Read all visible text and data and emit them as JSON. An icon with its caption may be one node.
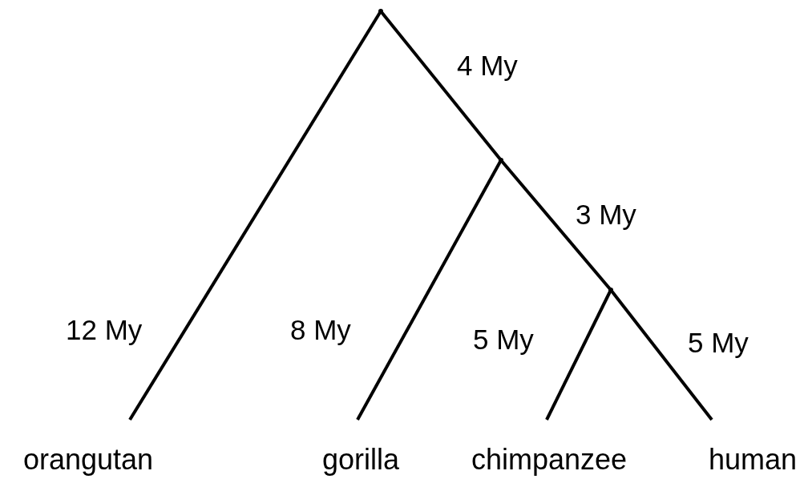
{
  "diagram": {
    "nodes": [
      {
        "text": [],
        "shape": "point"
      },
      {
        "text": [],
        "shape": "point"
      },
      {
        "text": [],
        "shape": "point"
      },
      {
        "text": [
          "orangutan"
        ]
      },
      {
        "text": [
          "gorilla"
        ]
      },
      {
        "text": [
          "chimpanzee"
        ]
      },
      {
        "text": [
          "human"
        ]
      }
    ],
    "edges": [
      {
        "from": 0,
        "to": 3,
        "arrow": "none",
        "label": "12 My"
      },
      {
        "from": 0,
        "to": 1,
        "arrow": "none",
        "label": "4 My"
      },
      {
        "from": 1,
        "to": 4,
        "arrow": "none",
        "label": "8 My"
      },
      {
        "from": 1,
        "to": 2,
        "arrow": "none",
        "label": "3 My"
      },
      {
        "from": 2,
        "to": 5,
        "arrow": "none",
        "label": "5 My"
      },
      {
        "from": 2,
        "to": 6,
        "arrow": "none",
        "label": "5 My"
      }
    ]
  }
}
